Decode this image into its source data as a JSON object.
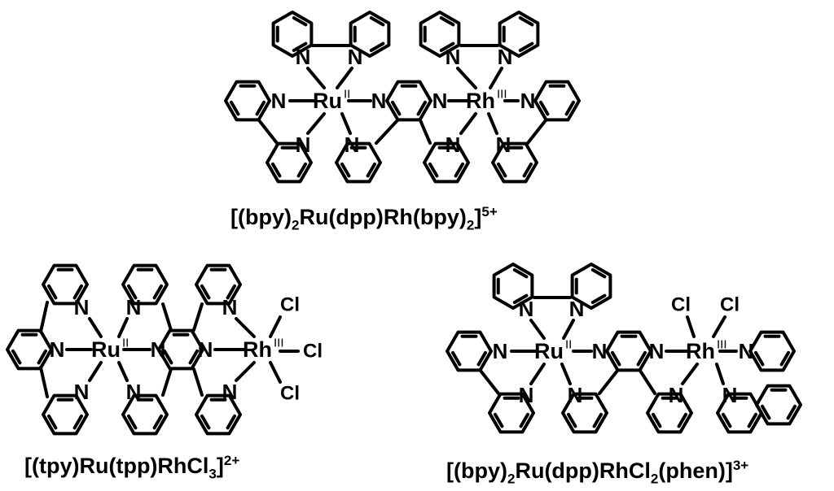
{
  "complex_a": {
    "caption": {
      "p1": "[(bpy)",
      "s1": "2",
      "p2": "Ru(dpp)Rh(bpy)",
      "s2": "2",
      "p3": "]",
      "charge": "5+"
    },
    "metals": {
      "ru": "Ru",
      "ru_ox": "II",
      "rh": "Rh",
      "rh_ox": "III"
    },
    "n": "N"
  },
  "complex_b": {
    "caption": {
      "p1": "[(tpy)Ru(tpp)RhCl",
      "s1": "3",
      "p2": "]",
      "charge": "2+"
    },
    "metals": {
      "ru": "Ru",
      "ru_ox": "II",
      "rh": "Rh",
      "rh_ox": "III"
    },
    "n": "N",
    "cl": "Cl"
  },
  "complex_c": {
    "caption": {
      "p1": "[(bpy)",
      "s1": "2",
      "p2": "Ru(dpp)RhCl",
      "s2": "2",
      "p3": "(phen)]",
      "charge": "3+"
    },
    "metals": {
      "ru": "Ru",
      "ru_ox": "II",
      "rh": "Rh",
      "rh_ox": "III"
    },
    "n": "N",
    "cl": "Cl"
  }
}
